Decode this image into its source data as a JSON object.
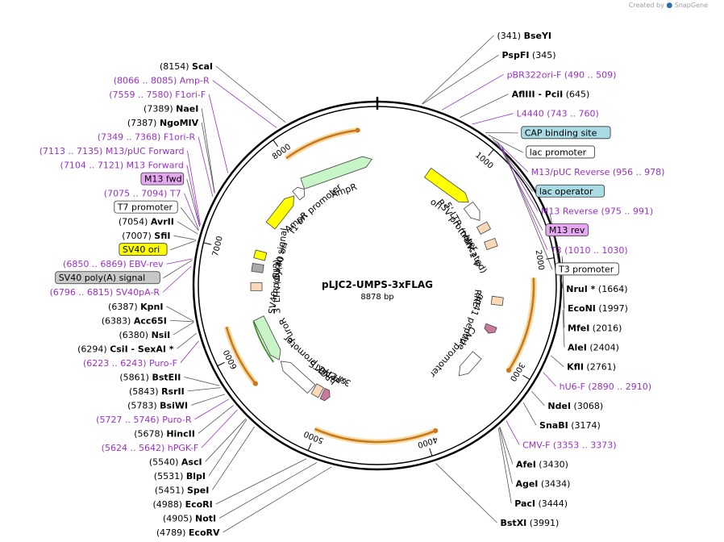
{
  "credit": {
    "prefix": "Created by",
    "app": "SnapGene"
  },
  "plasmid": {
    "name": "pLJC2-UMPS-3xFLAG",
    "length": "8878 bp",
    "total_bp": 8878
  },
  "ruler": [
    "1000",
    "2000",
    "3000",
    "4000",
    "5000",
    "6000",
    "7000",
    "8000"
  ],
  "features": [
    {
      "name": "ori",
      "start": 590,
      "end": 1178,
      "strand": 1,
      "color": "#ffff00",
      "kind": "arrow"
    },
    {
      "name": "RSV promoter",
      "start": 1200,
      "end": 1420,
      "strand": 1,
      "color": "#ffffff",
      "kind": "arrow"
    },
    {
      "name": "5' LTR (truncated)",
      "start": 1430,
      "end": 1610,
      "strand": 1,
      "color": "#fbd8b8",
      "kind": "box"
    },
    {
      "name": "HIV-1 Ψ",
      "start": 1660,
      "end": 1790,
      "strand": 1,
      "color": "#fbd8b8",
      "kind": "box"
    },
    {
      "name": "RRE",
      "start": 2280,
      "end": 2520,
      "strand": 1,
      "color": "#fbd8b8",
      "kind": "box"
    },
    {
      "name": "gp41 peptide",
      "start": 2700,
      "end": 2790,
      "strand": 1,
      "color": "#c9799e",
      "kind": "arrow"
    },
    {
      "name": "CMV promoter",
      "start": 3080,
      "end": 3400,
      "strand": 1,
      "color": "#ffffff",
      "kind": "arrow"
    },
    {
      "name": "3xFLAG",
      "start": 5020,
      "end": 5090,
      "strand": -1,
      "color": "#c9799e",
      "kind": "arrow"
    },
    {
      "name": "cPPT/CTS",
      "start": 5110,
      "end": 5230,
      "strand": 1,
      "color": "#fbd8b8",
      "kind": "box"
    },
    {
      "name": "hPGK promoter",
      "start": 5240,
      "end": 5720,
      "strand": 1,
      "color": "#ffffff",
      "kind": "arrow"
    },
    {
      "name": "PuroR",
      "start": 5740,
      "end": 6280,
      "strand": -1,
      "color": "#c8f5c8",
      "kind": "arrow"
    },
    {
      "name": "3' LTR (ΔU3)",
      "start": 6530,
      "end": 6760,
      "strand": 1,
      "color": "#fbd8b8",
      "kind": "box"
    },
    {
      "name": "SV40 poly(A) signal",
      "start": 6796,
      "end": 6930,
      "strand": 1,
      "color": "#a9a9a9",
      "kind": "box"
    },
    {
      "name": "SV40 ori",
      "start": 6950,
      "end": 7080,
      "strand": 1,
      "color": "#ffff00",
      "kind": "box"
    },
    {
      "name": "f1 ori",
      "start": 7380,
      "end": 7820,
      "strand": 1,
      "color": "#ffff00",
      "kind": "arrow"
    },
    {
      "name": "AmpR promoter",
      "start": 7840,
      "end": 7960,
      "strand": 1,
      "color": "#ffffff",
      "kind": "arrow"
    },
    {
      "name": "AmpR",
      "start": 7970,
      "end": 8830,
      "strand": 1,
      "color": "#c8f5c8",
      "kind": "arrow"
    }
  ],
  "orfs": [
    {
      "start": 8000,
      "end": 8700,
      "dir": 1
    },
    {
      "start": 2150,
      "end": 3030,
      "dir": 1
    },
    {
      "start": 3900,
      "end": 5020,
      "dir": -1
    },
    {
      "start": 5700,
      "end": 6280,
      "dir": -1
    }
  ],
  "right_labels": [
    {
      "text": "(341)",
      "bold": "BseYI",
      "pos": 341,
      "anchor": "end"
    },
    {
      "text": "PspFI",
      "num": "(345)",
      "pos": 345,
      "kind": "site"
    },
    {
      "text": "pBR322ori-F",
      "num": "(490 .. 509)",
      "pos": 499,
      "kind": "primer"
    },
    {
      "text": "AflIII",
      "extra": "- PciI",
      "num": "(645)",
      "pos": 645,
      "kind": "site"
    },
    {
      "text": "L4440",
      "num": "(743 .. 760)",
      "pos": 751,
      "kind": "primer"
    },
    {
      "text": "CAP binding site",
      "pos": 870,
      "kind": "boxblue"
    },
    {
      "text": "lac promoter",
      "pos": 900,
      "kind": "boxwhite"
    },
    {
      "text": "M13/pUC Reverse",
      "num": "(956 .. 978)",
      "pos": 967,
      "kind": "primer"
    },
    {
      "text": "lac operator",
      "pos": 935,
      "kind": "boxblue"
    },
    {
      "text": "M13 Reverse",
      "num": "(975 .. 991)",
      "pos": 983,
      "kind": "primer"
    },
    {
      "text": "M13 rev",
      "pos": 985,
      "kind": "boxpurple"
    },
    {
      "text": "T3",
      "num": "(1010 .. 1030)",
      "pos": 1020,
      "kind": "primer"
    },
    {
      "text": "T3 promoter",
      "pos": 1030,
      "kind": "boxwhite"
    },
    {
      "text": "NruI *",
      "num": "(1664)",
      "pos": 1664,
      "kind": "site"
    },
    {
      "text": "EcoNI",
      "num": "(1997)",
      "pos": 1997,
      "kind": "site"
    },
    {
      "text": "MfeI",
      "num": "(2016)",
      "pos": 2016,
      "kind": "site"
    },
    {
      "text": "AleI",
      "num": "(2404)",
      "pos": 2404,
      "kind": "site"
    },
    {
      "text": "KflI",
      "num": "(2761)",
      "pos": 2761,
      "kind": "site"
    },
    {
      "text": "hU6-F",
      "num": "(2890 .. 2910)",
      "pos": 2900,
      "kind": "primer"
    },
    {
      "text": "NdeI",
      "num": "(3068)",
      "pos": 3068,
      "kind": "site"
    },
    {
      "text": "SnaBI",
      "num": "(3174)",
      "pos": 3174,
      "kind": "site"
    },
    {
      "text": "CMV-F",
      "num": "(3353 .. 3373)",
      "pos": 3363,
      "kind": "primer"
    },
    {
      "text": "AfeI",
      "num": "(3430)",
      "pos": 3430,
      "kind": "site"
    },
    {
      "text": "AgeI",
      "num": "(3434)",
      "pos": 3434,
      "kind": "site"
    },
    {
      "text": "PacI",
      "num": "(3444)",
      "pos": 3444,
      "kind": "site"
    },
    {
      "text": "BstXI",
      "num": "(3991)",
      "pos": 3991,
      "kind": "site"
    }
  ],
  "left_labels": [
    {
      "num": "(8154)",
      "text": "ScaI",
      "pos": 8154,
      "kind": "site"
    },
    {
      "num": "(8066 .. 8085)",
      "text": "Amp-R",
      "pos": 8075,
      "kind": "primer"
    },
    {
      "num": "(7559 .. 7580)",
      "text": "F1ori-F",
      "pos": 7570,
      "kind": "primer"
    },
    {
      "num": "(7389)",
      "text": "NaeI",
      "pos": 7389,
      "kind": "site"
    },
    {
      "num": "(7387)",
      "text": "NgoMIV",
      "pos": 7387,
      "kind": "site"
    },
    {
      "num": "(7349 .. 7368)",
      "text": "F1ori-R",
      "pos": 7358,
      "kind": "primer"
    },
    {
      "num": "(7113 .. 7135)",
      "text": "M13/pUC Forward",
      "pos": 7124,
      "kind": "primer"
    },
    {
      "num": "(7104 .. 7121)",
      "text": "M13 Forward",
      "pos": 7112,
      "kind": "primer"
    },
    {
      "text": "M13 fwd",
      "pos": 7110,
      "kind": "boxpurple"
    },
    {
      "num": "(7075 .. 7094)",
      "text": "T7",
      "pos": 7085,
      "kind": "primer"
    },
    {
      "text": "T7 promoter",
      "pos": 7080,
      "kind": "boxwhite"
    },
    {
      "num": "(7054)",
      "text": "AvrII",
      "pos": 7054,
      "kind": "site"
    },
    {
      "num": "(7007)",
      "text": "SfiI",
      "pos": 7007,
      "kind": "site"
    },
    {
      "text": "SV40 ori",
      "pos": 7000,
      "kind": "boxyellow"
    },
    {
      "num": "(6850 .. 6869)",
      "text": "EBV-rev",
      "pos": 6860,
      "kind": "primer"
    },
    {
      "text": "SV40 poly(A) signal",
      "pos": 6850,
      "kind": "boxgrey"
    },
    {
      "num": "(6796 .. 6815)",
      "text": "SV40pA-R",
      "pos": 6805,
      "kind": "primer"
    },
    {
      "num": "(6387)",
      "text": "KpnI",
      "pos": 6387,
      "kind": "site"
    },
    {
      "num": "(6383)",
      "text": "Acc65I",
      "pos": 6383,
      "kind": "site"
    },
    {
      "num": "(6380)",
      "text": "NsiI",
      "pos": 6380,
      "kind": "site"
    },
    {
      "num": "(6294)",
      "text": "CsiI",
      "extra": "- SexAI *",
      "pos": 6294,
      "kind": "site"
    },
    {
      "num": "(6223 .. 6243)",
      "text": "Puro-F",
      "pos": 6233,
      "kind": "primer"
    },
    {
      "num": "(5861)",
      "text": "BstEII",
      "pos": 5861,
      "kind": "site"
    },
    {
      "num": "(5843)",
      "text": "RsrII",
      "pos": 5843,
      "kind": "site"
    },
    {
      "num": "(5783)",
      "text": "BsiWI",
      "pos": 5783,
      "kind": "site"
    },
    {
      "num": "(5727 .. 5746)",
      "text": "Puro-R",
      "pos": 5736,
      "kind": "primer"
    },
    {
      "num": "(5678)",
      "text": "HincII",
      "pos": 5678,
      "kind": "site"
    },
    {
      "num": "(5624 .. 5642)",
      "text": "hPGK-F",
      "pos": 5633,
      "kind": "primer"
    },
    {
      "num": "(5540)",
      "text": "AscI",
      "pos": 5540,
      "kind": "site"
    },
    {
      "num": "(5531)",
      "text": "BlpI",
      "pos": 5531,
      "kind": "site"
    },
    {
      "num": "(5451)",
      "text": "SpeI",
      "pos": 5451,
      "kind": "site"
    },
    {
      "num": "(4988)",
      "text": "EcoRI",
      "pos": 4988,
      "kind": "site"
    },
    {
      "num": "(4905)",
      "text": "NotI",
      "pos": 4905,
      "kind": "site"
    },
    {
      "num": "(4789)",
      "text": "EcoRV",
      "pos": 4789,
      "kind": "site"
    }
  ]
}
